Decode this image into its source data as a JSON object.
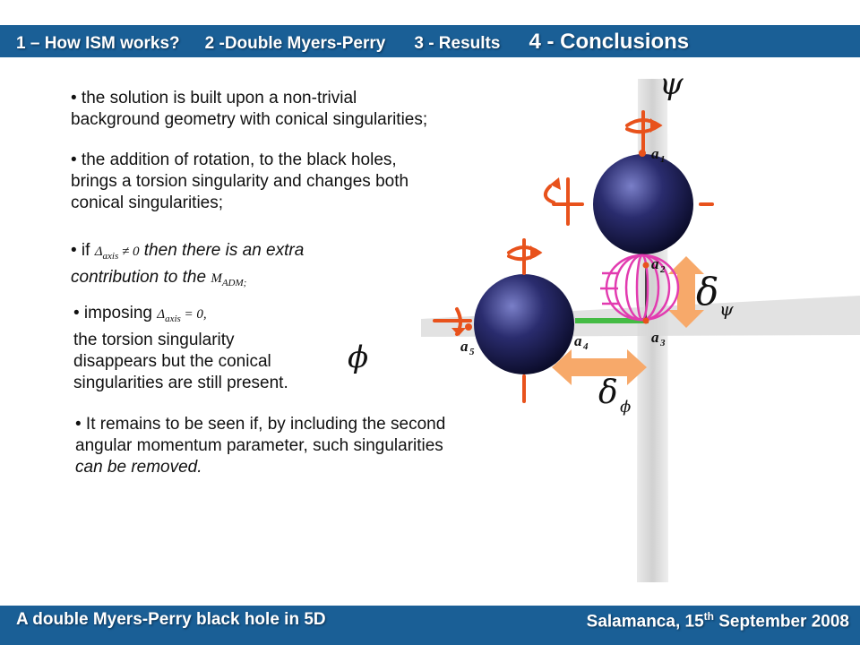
{
  "header": {
    "tabs": [
      {
        "label": "1 – How ISM works?"
      },
      {
        "label": "2 -Double Myers-Perry"
      },
      {
        "label": "3 - Results"
      },
      {
        "label": "4 - Conclusions"
      }
    ]
  },
  "bullets": {
    "b1": {
      "line1": "• the solution is built upon a non-trivial",
      "line2": "background geometry with conical singularities;"
    },
    "b2": {
      "line1": "• the addition of rotation, to the black holes,",
      "line2": "brings a torsion singularity and changes both",
      "line3": "conical singularities;"
    },
    "b3": {
      "pre": "• if ",
      "math_sym": "Δ",
      "math_sub": "axis",
      "math_rel": " ≠ 0",
      "post1": " then there is an extra",
      "line2": "contribution to the ",
      "m": "M",
      "m_sub": "ADM;"
    },
    "b4": {
      "pre": "• imposing ",
      "math_sym": "Δ",
      "math_sub": "axis",
      "math_rel": " = 0,",
      "line2": "the torsion singularity",
      "line3": "disappears but the conical",
      "line4": "singularities are still present."
    },
    "b5": {
      "line1": "• It remains to be seen if, by including the second",
      "line2": "angular momentum parameter, such singularities",
      "line3": "can be removed."
    }
  },
  "diagram": {
    "symbols": {
      "psi": "ψ",
      "phi": "ϕ",
      "delta": "δ"
    },
    "labels": {
      "a": "a",
      "s1": "1",
      "s2": "2",
      "s3": "3",
      "s4": "4",
      "s5": "5"
    },
    "colors": {
      "sphere": "#2a2c6e",
      "arrow": "#e8521c",
      "ring": "#e23bb0",
      "bar": "#44bb44",
      "delta_arrow": "#f7a96a",
      "shade": "#cfcfcf"
    }
  },
  "footer": {
    "left": "A double Myers-Perry black hole in 5D",
    "right_pre": "Salamanca, 15",
    "right_sup": "th",
    "right_post": " September 2008"
  }
}
